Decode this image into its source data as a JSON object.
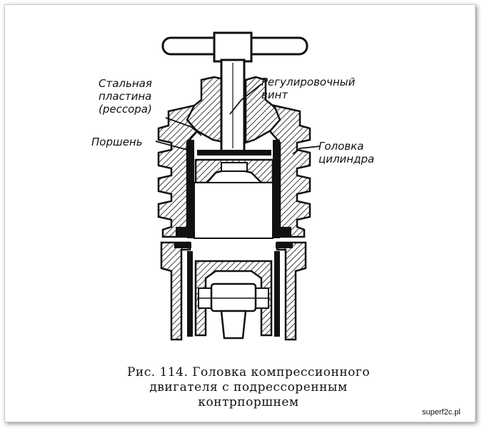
{
  "labels": {
    "steel_plate": "Стальная\nпластина\n(рессора)",
    "piston": "Поршень",
    "adjusting_screw": "Регулировочный\nвинт",
    "cylinder_head": "Головка\nцилиндра"
  },
  "caption": {
    "line1": "Рис. 114. Головка компрессионного",
    "line2": "двигателя с подрессоренным",
    "line3": "контрпоршнем"
  },
  "watermark": "superf2c.pl"
}
